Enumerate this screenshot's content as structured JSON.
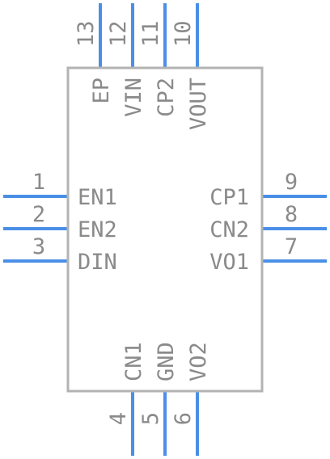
{
  "colors": {
    "pin": "#4a8fe7",
    "outline": "#b3b3b3",
    "text": "#8a8a8a"
  },
  "pins": {
    "left": [
      {
        "number": "1",
        "name": "EN1"
      },
      {
        "number": "2",
        "name": "EN2"
      },
      {
        "number": "3",
        "name": "DIN"
      }
    ],
    "bottom": [
      {
        "number": "4",
        "name": "CN1"
      },
      {
        "number": "5",
        "name": "GND"
      },
      {
        "number": "6",
        "name": "VO2"
      }
    ],
    "right": [
      {
        "number": "7",
        "name": "VO1"
      },
      {
        "number": "8",
        "name": "CN2"
      },
      {
        "number": "9",
        "name": "CP1"
      }
    ],
    "top": [
      {
        "number": "10",
        "name": "VOUT"
      },
      {
        "number": "11",
        "name": "CP2"
      },
      {
        "number": "12",
        "name": "VIN"
      },
      {
        "number": "13",
        "name": "EP"
      }
    ]
  }
}
